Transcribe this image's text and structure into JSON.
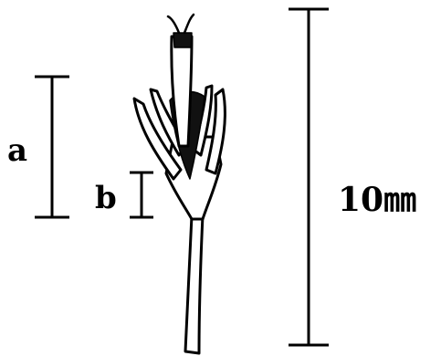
{
  "labels": {
    "a": "a",
    "b": "b",
    "scale": "10㎜"
  },
  "colors": {
    "ink": "#000000",
    "background": "#ffffff"
  }
}
